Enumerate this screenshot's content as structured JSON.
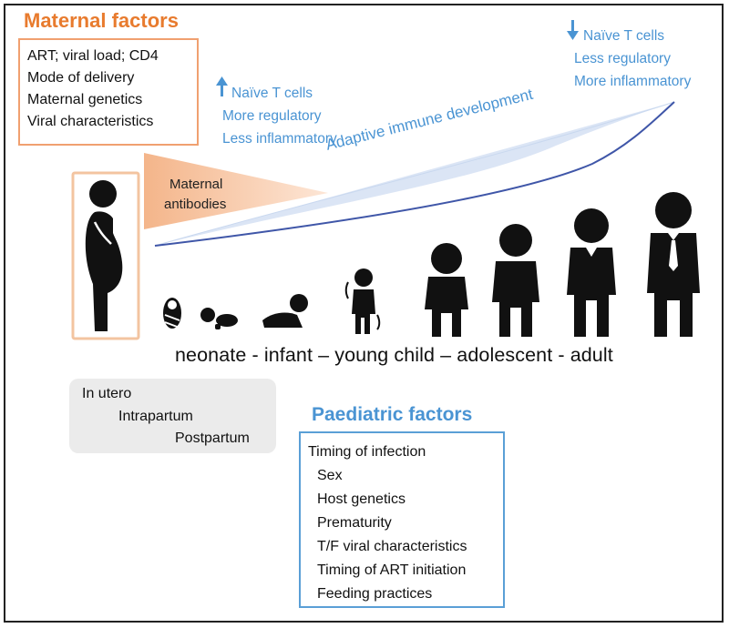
{
  "maternal": {
    "title": "Maternal factors",
    "items": [
      "ART; viral load; CD4",
      "Mode of delivery",
      "Maternal genetics",
      "Viral characteristics"
    ]
  },
  "maternal_antibodies": [
    "Maternal",
    "antibodies"
  ],
  "early_immune": [
    "Naïve T cells",
    "More regulatory",
    "Less inflammatory"
  ],
  "late_immune": [
    "Naïve T cells",
    "Less regulatory",
    "More inflammatory"
  ],
  "adaptive_label": "Adaptive immune development",
  "stages_label": "neonate - infant – young child – adolescent - adult",
  "transmission": {
    "in_utero": "In utero",
    "intrapartum": "Intrapartum",
    "postpartum": "Postpartum"
  },
  "paediatric": {
    "title": "Paediatric factors",
    "items": [
      "Timing of infection",
      "Sex",
      "Host genetics",
      "Prematurity",
      "T/F viral characteristics",
      "Timing of ART initiation",
      "Feeding practices"
    ]
  },
  "colors": {
    "maternal_accent": "#e87b2e",
    "paediatric_accent": "#4a94d3",
    "immune_wedge": "#dbe5f5",
    "antibody_wedge": "#f6c9a8"
  }
}
